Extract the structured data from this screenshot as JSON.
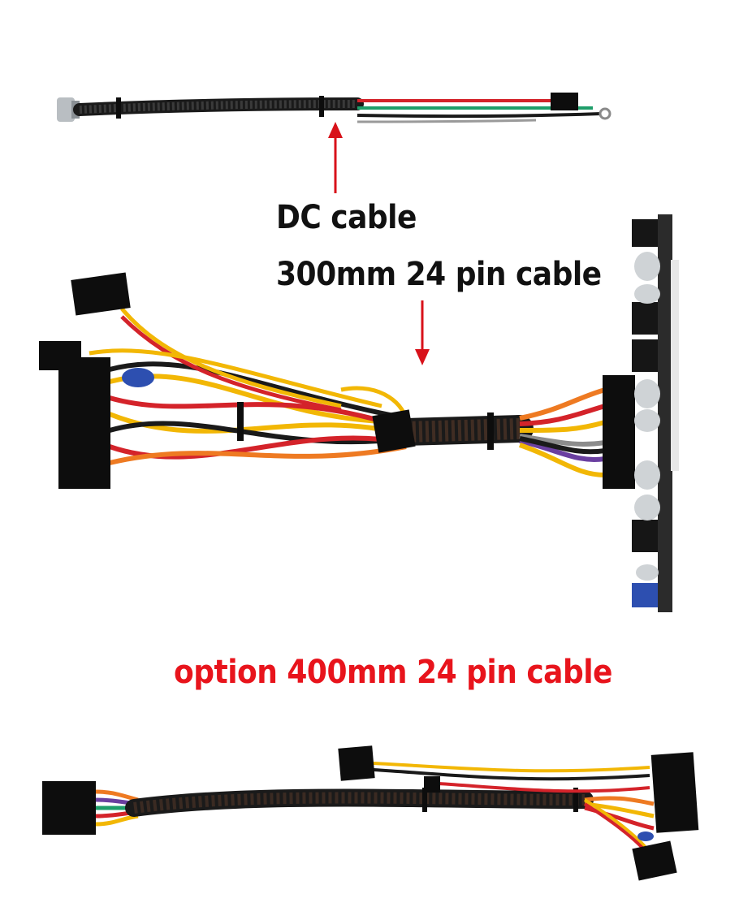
{
  "labels": {
    "dc_cable": "DC cable",
    "cable_300": "300mm 24 pin cable",
    "option_400": "option 400mm 24 pin cable"
  },
  "colors": {
    "text": "#111111",
    "accent_red": "#e8141c",
    "arrow": "#d8121a",
    "sleeve": "#1a1a1a",
    "wire_yellow": "#f2b705",
    "wire_red": "#d4232a",
    "wire_orange": "#ee7a22",
    "wire_purple": "#6a3fa0",
    "wire_green": "#1e9e6a",
    "wire_gray": "#8c8c8c",
    "connector": "#0d0d0d",
    "pcb": "#2b2b2b",
    "capacitor": "#cfd3d6"
  }
}
